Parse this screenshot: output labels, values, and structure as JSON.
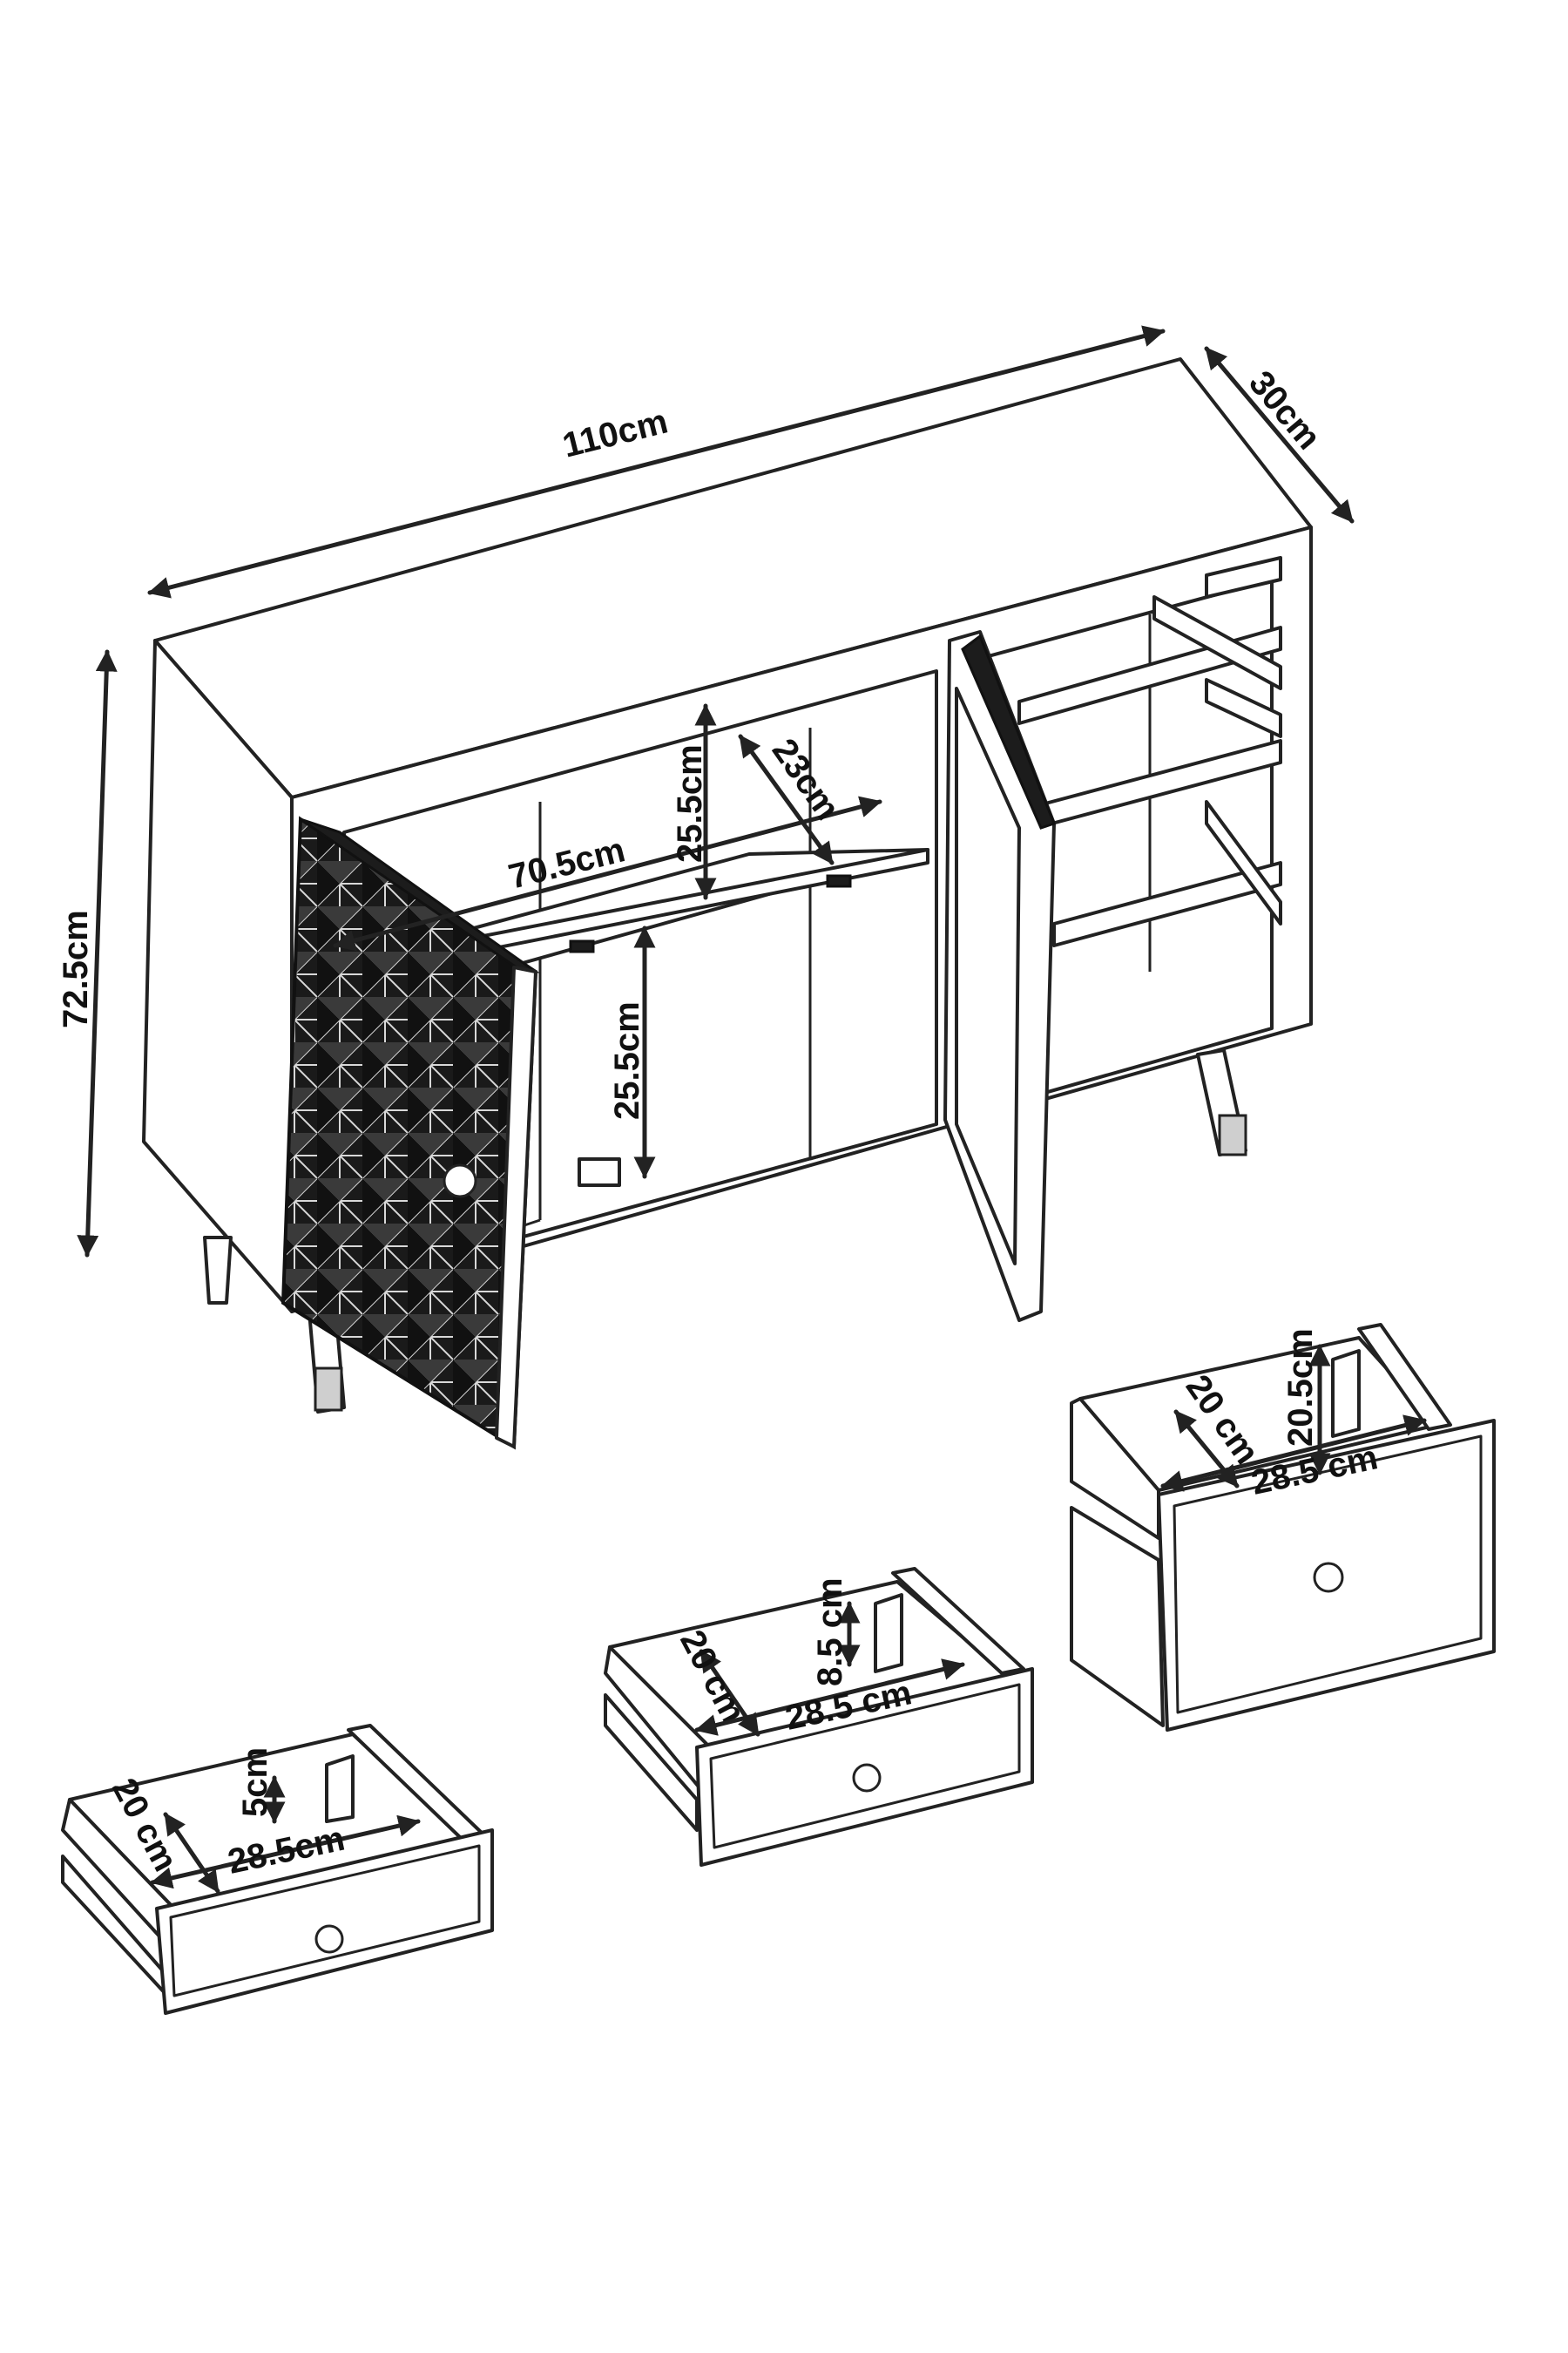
{
  "dimensions": {
    "width": "110cm",
    "depth": "30cm",
    "height": "72.5cm",
    "shelf_width": "70.5cm",
    "upper_compartment_height": "25.5cm",
    "shelf_depth": "23cm",
    "lower_compartment_height": "25.5cm"
  },
  "drawers": {
    "small": {
      "depth": "20 cm",
      "height": "5cm",
      "width": "28.5cm"
    },
    "medium": {
      "depth": "20 cm",
      "height": "8.5 cm",
      "width": "28.5 cm"
    },
    "large": {
      "depth": "20 cm",
      "height": "20.5cm",
      "width": "28.5 cm"
    }
  },
  "colors": {
    "line": "#222222",
    "panel": "#1c1c1c",
    "background": "#ffffff"
  }
}
